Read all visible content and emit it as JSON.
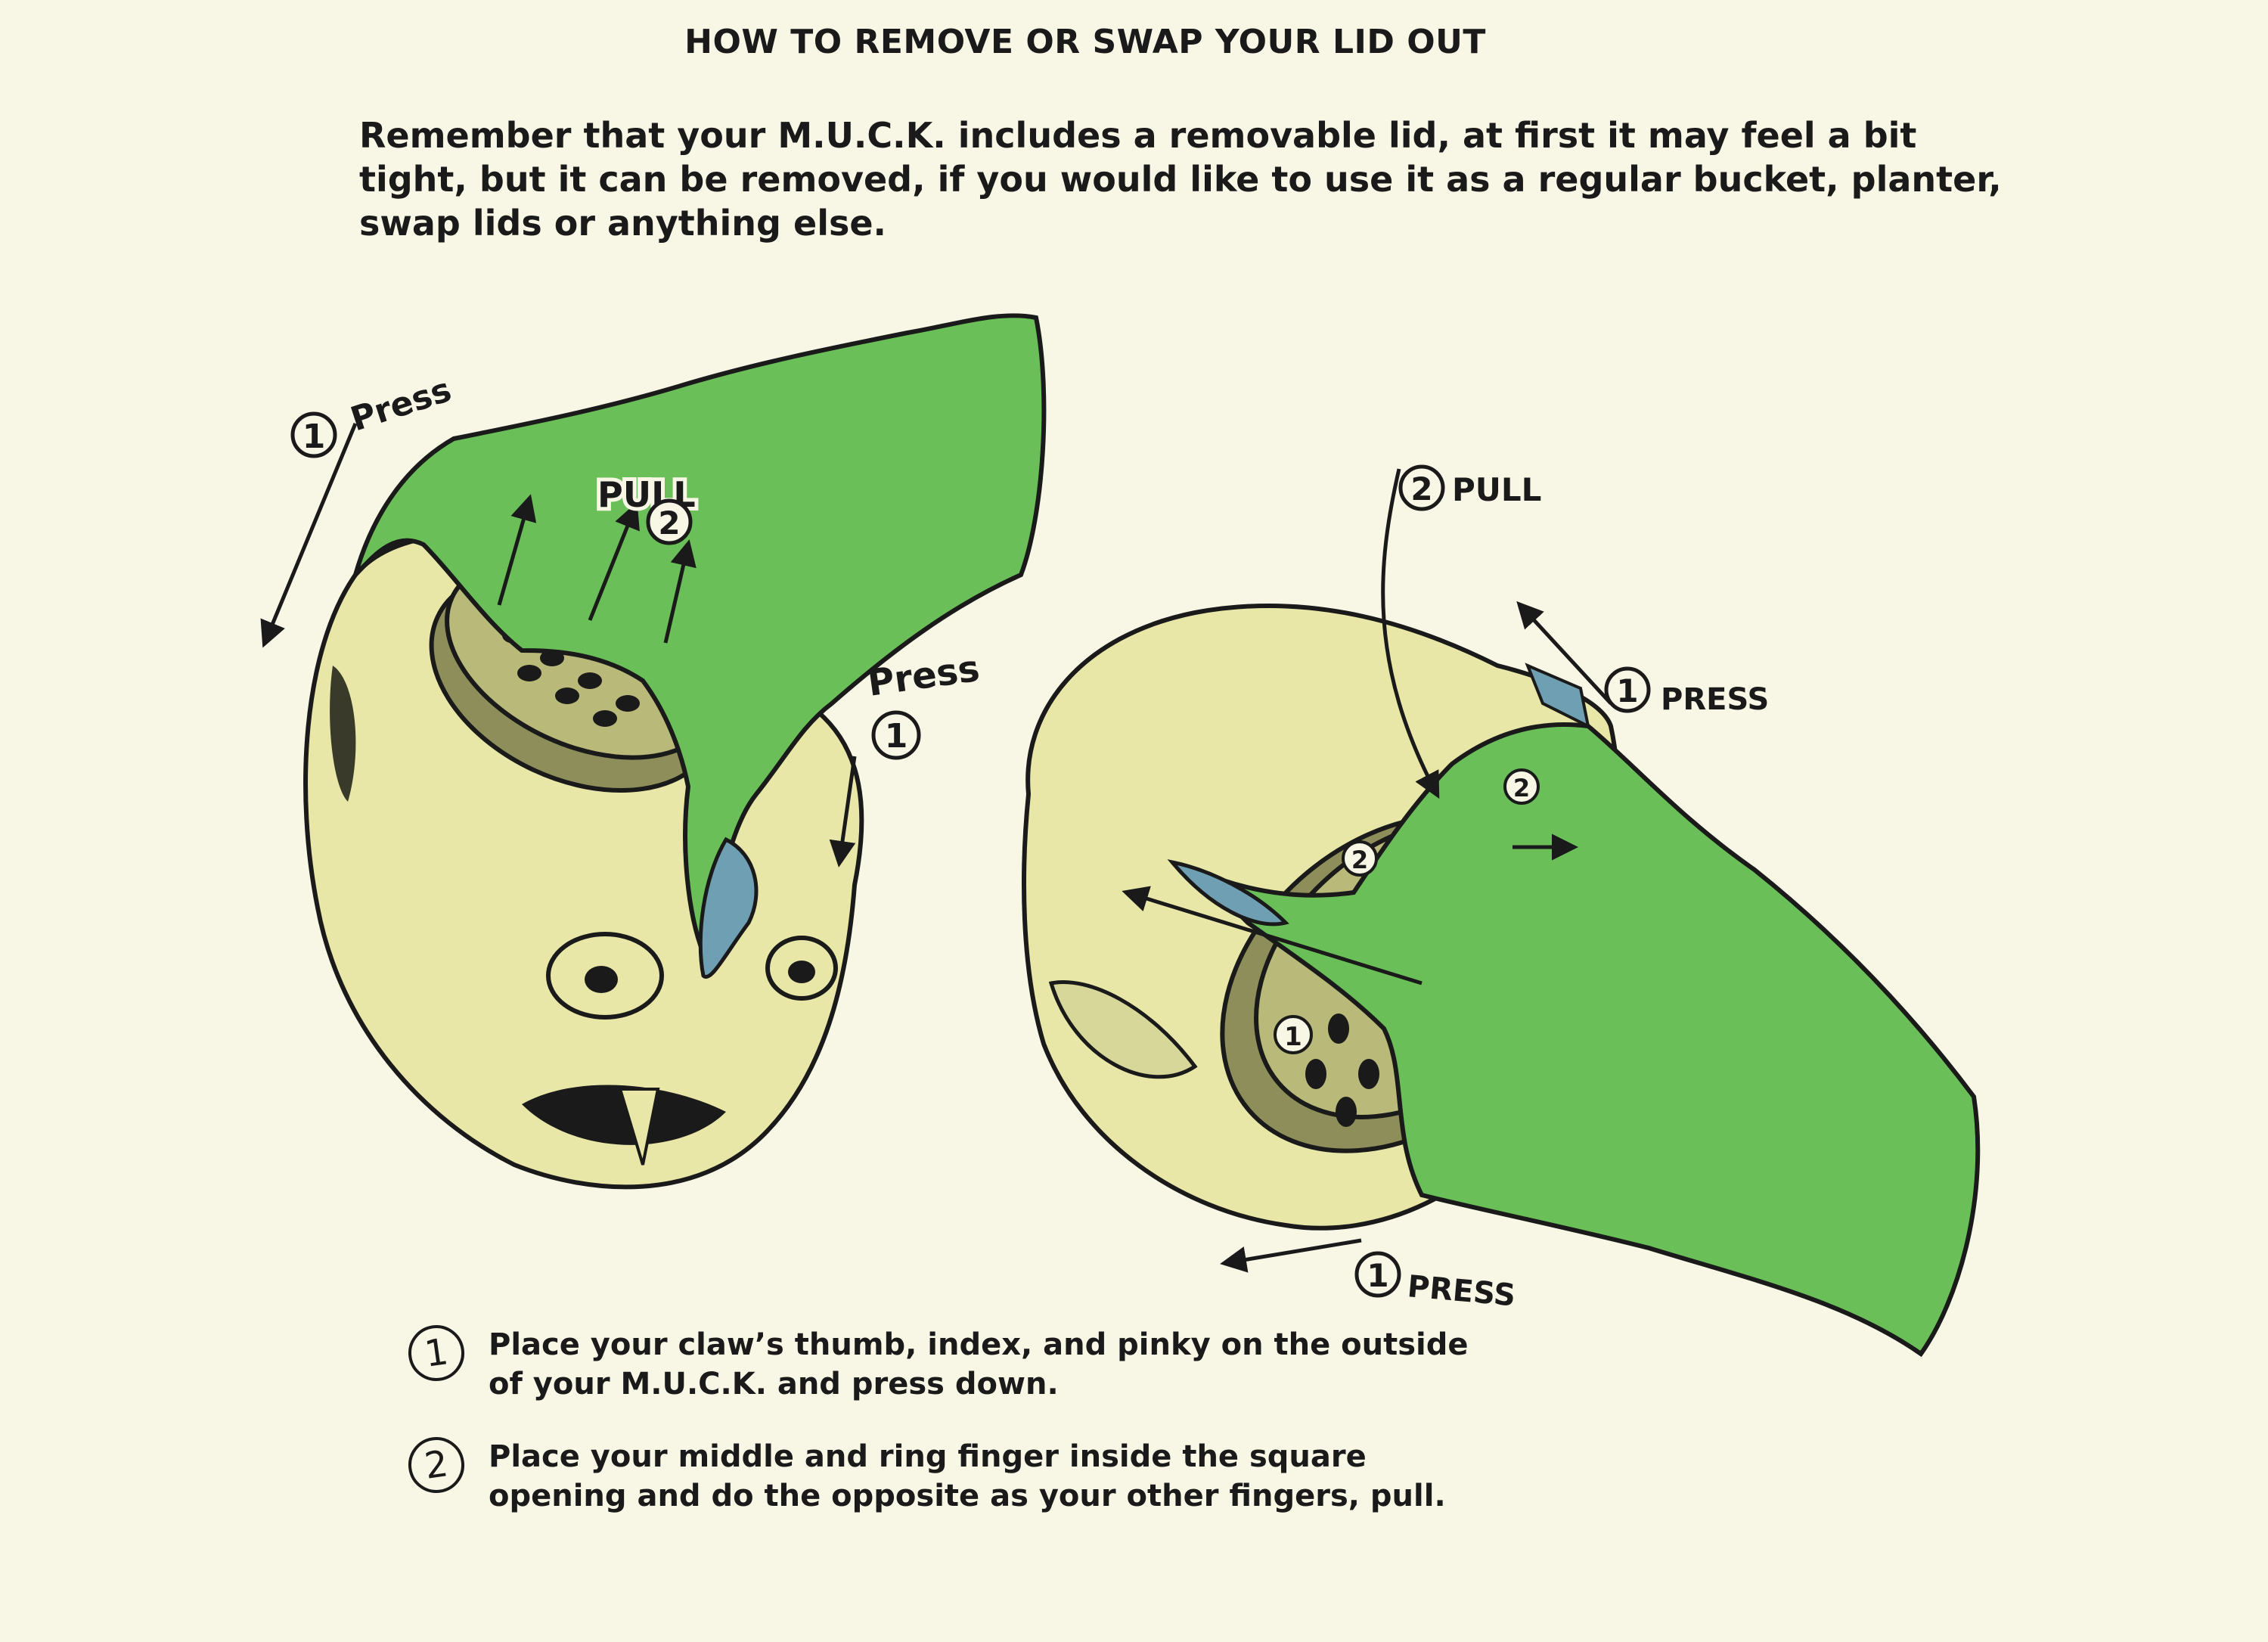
{
  "title": "HOW TO REMOVE OR SWAP YOUR LID OUT",
  "intro": {
    "line1": "Remember that your M.U.C.K. includes a removable lid, at first it may feel a bit",
    "line2": "tight, but it can be removed, if you would like to use it as a regular bucket, planter,",
    "line3": "swap lids or anything else."
  },
  "labels": {
    "left_press_top_num": "1",
    "left_press_top": "Press",
    "left_pull": "PULL",
    "left_pull_num": "2",
    "left_press_right": "Press",
    "left_press_right_num": "1",
    "right_pull_num": "2",
    "right_pull": "PULL",
    "right_press_top_num": "1",
    "right_press_top": "PRESS",
    "right_press_bottom_num": "1",
    "right_press_bottom": "PRESS",
    "lid_num_1": "1",
    "lid_num_2a": "2",
    "lid_num_2b": "2"
  },
  "steps": [
    {
      "number": "1",
      "line1": "Place your claw’s thumb, index, and pinky on the outside",
      "line2": "of your M.U.C.K. and press down."
    },
    {
      "number": "2",
      "line1": "Place your middle and ring finger inside the square",
      "line2": "opening and do the opposite as your other fingers, pull."
    }
  ],
  "colors": {
    "background": "#f8f7e6",
    "skull": "#e8e7a8",
    "lid": "#b9b97a",
    "claw": "#6bbf59",
    "nail": "#6f9fb2",
    "ink": "#1a1a1a"
  }
}
